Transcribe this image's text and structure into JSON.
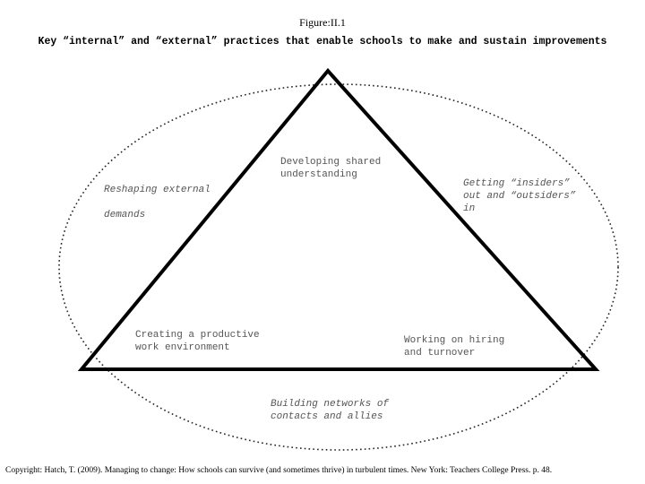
{
  "figure_label": "Figure:II.1",
  "title": "Key “internal” and “external” practices that enable schools to make and sustain improvements",
  "labels": {
    "top": "Developing shared\nunderstanding",
    "left": "Reshaping external\n\ndemands",
    "right": "Getting “insiders”\nout and “outsiders”\nin",
    "bottom_left": "Creating a productive\nwork environment",
    "bottom_right": "Working on hiring\nand turnover",
    "bottom": "Building networks of\ncontacts and allies"
  },
  "copyright": "Copyright: Hatch, T. (2009). Managing to change: How schools can survive (and sometimes thrive) in turbulent times. New York: Teachers College Press. p. 48."
}
